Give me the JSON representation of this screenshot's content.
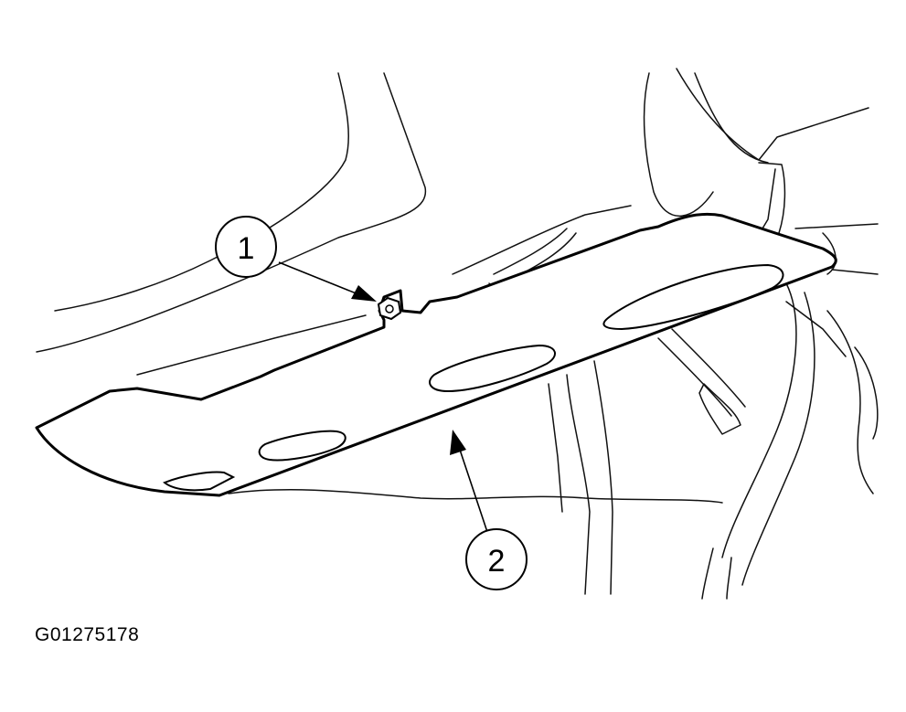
{
  "figure_id": "G01275178",
  "callouts": [
    {
      "label": "1",
      "part": "bolt-icon"
    },
    {
      "label": "2",
      "part": "underbody-shield-panel"
    }
  ],
  "colors": {
    "line": "#111111",
    "background": "#ffffff"
  }
}
